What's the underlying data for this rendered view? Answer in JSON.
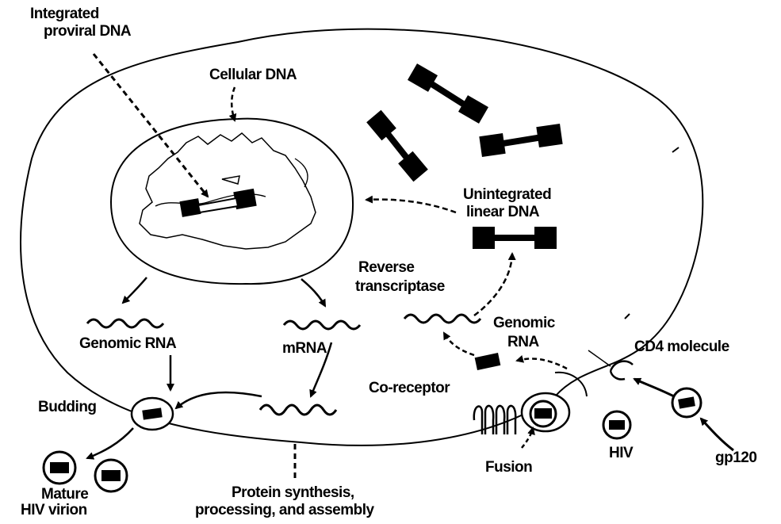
{
  "labels": {
    "integrated_proviral_dna": [
      "Integrated",
      "proviral DNA"
    ],
    "cellular_dna": "Cellular DNA",
    "unintegrated_linear_dna": [
      "Unintegrated",
      "linear DNA"
    ],
    "reverse_transcriptase": [
      "Reverse",
      "transcriptase"
    ],
    "genomic_rna_left": "Genomic RNA",
    "mrna": "mRNA",
    "genomic_rna_right": [
      "Genomic",
      "RNA"
    ],
    "cd4_molecule": "CD4 molecule",
    "co_receptor": "Co-receptor",
    "budding": "Budding",
    "fusion": "Fusion",
    "hiv": "HIV",
    "gp120": "gp120",
    "mature_hiv_virion": [
      "Mature",
      "HIV virion"
    ],
    "protein_synthesis": [
      "Protein synthesis,",
      "processing, and assembly"
    ]
  },
  "colors": {
    "ink": "#000000",
    "background": "#ffffff"
  }
}
